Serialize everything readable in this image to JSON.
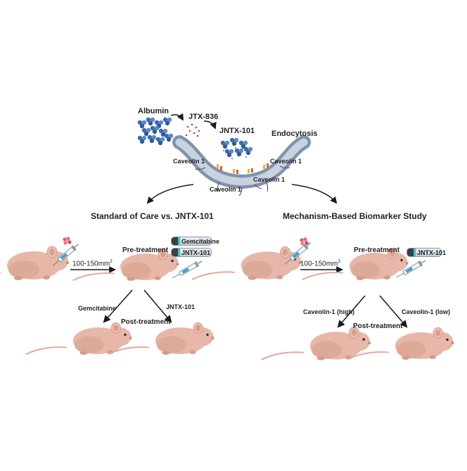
{
  "mechanism": {
    "albumin": "Albumin",
    "drug": "JTX-836",
    "conjugate": "JNTX-101",
    "endocytosis": "Endocytosis",
    "caveolin_left": "Caveolin 1",
    "caveolin_right": "Caveolin 1",
    "caveolin_bottom": "Caveolin 1",
    "caveolin_mid": "Caveolin 1"
  },
  "left_study": {
    "title": "Standard of Care vs. JNTX-101",
    "tumor_size": "100-150mm",
    "tumor_size_sup": "3",
    "pre_treatment": "Pre-treatment",
    "vial_1": "Gemcitabine",
    "vial_2": "JNTX-101",
    "branch_left": "Gemcitabine",
    "branch_right": "JNTX-101",
    "post_treatment": "Post-treatment"
  },
  "right_study": {
    "title": "Mechanism-Based Biomarker Study",
    "tumor_size": "100-150mm",
    "tumor_size_sup": "3",
    "pre_treatment": "Pre-treatment",
    "vial_1": "JNTX-101",
    "branch_left": "Caveolin-1 (high)",
    "branch_right": "Caveolin-1 (low)",
    "post_treatment": "Post-treatment"
  },
  "colors": {
    "mouse_body": "#e7b7a9",
    "mouse_shade": "#d79c8c",
    "albumin_blue": "#4a78b8",
    "membrane_outer": "#7f93ad",
    "membrane_inner": "#c9d3df",
    "arrow": "#1a1a1a"
  }
}
